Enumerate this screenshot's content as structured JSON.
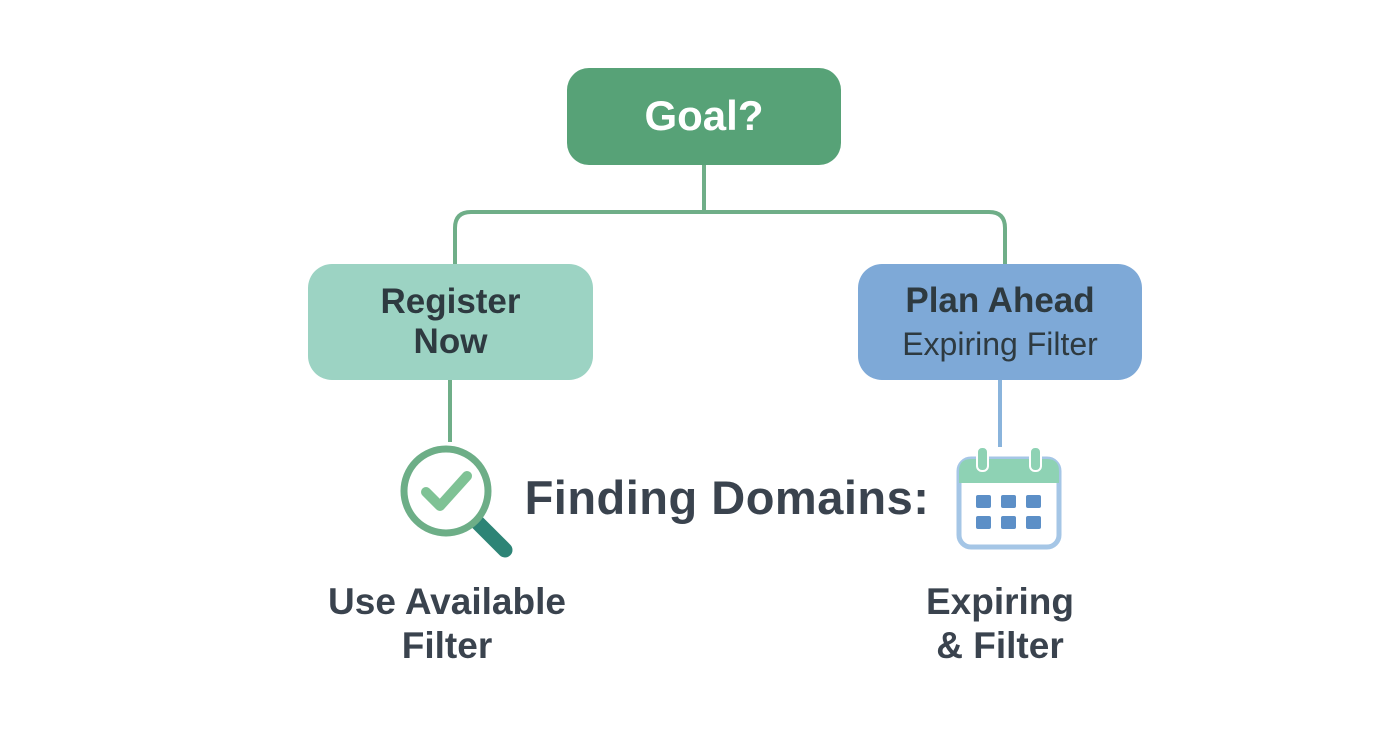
{
  "diagram": {
    "title": "Finding Domains:",
    "nodes": {
      "goal": {
        "label": "Goal?"
      },
      "register_now": {
        "line1": "Register",
        "line2": "Now"
      },
      "plan_ahead": {
        "line1": "Plan Ahead",
        "line2": "Expiring Filter"
      }
    },
    "leaf_labels": {
      "left": {
        "line1": "Use Available",
        "line2": "Filter"
      },
      "right": {
        "line1": "Expiring",
        "line2": "& Filter"
      }
    },
    "icons": {
      "left": "magnifier-check-icon",
      "right": "calendar-icon"
    },
    "colors": {
      "goal_box": "#57a277",
      "register_box": "#9cd3c3",
      "plan_box": "#7ea9d7",
      "goal_text": "#ffffff",
      "node_text": "#2e3a40",
      "body_text": "#3a434e",
      "connector_green": "#6fae88",
      "connector_blue": "#8ab4dc",
      "check_green": "#7fc295",
      "magnifier_ring": "#6dae87",
      "magnifier_handle": "#2d8476",
      "calendar_border": "#a5c6e6",
      "calendar_header": "#8ed2b4",
      "calendar_cell": "#5c8fc7",
      "background": "#ffffff"
    }
  }
}
